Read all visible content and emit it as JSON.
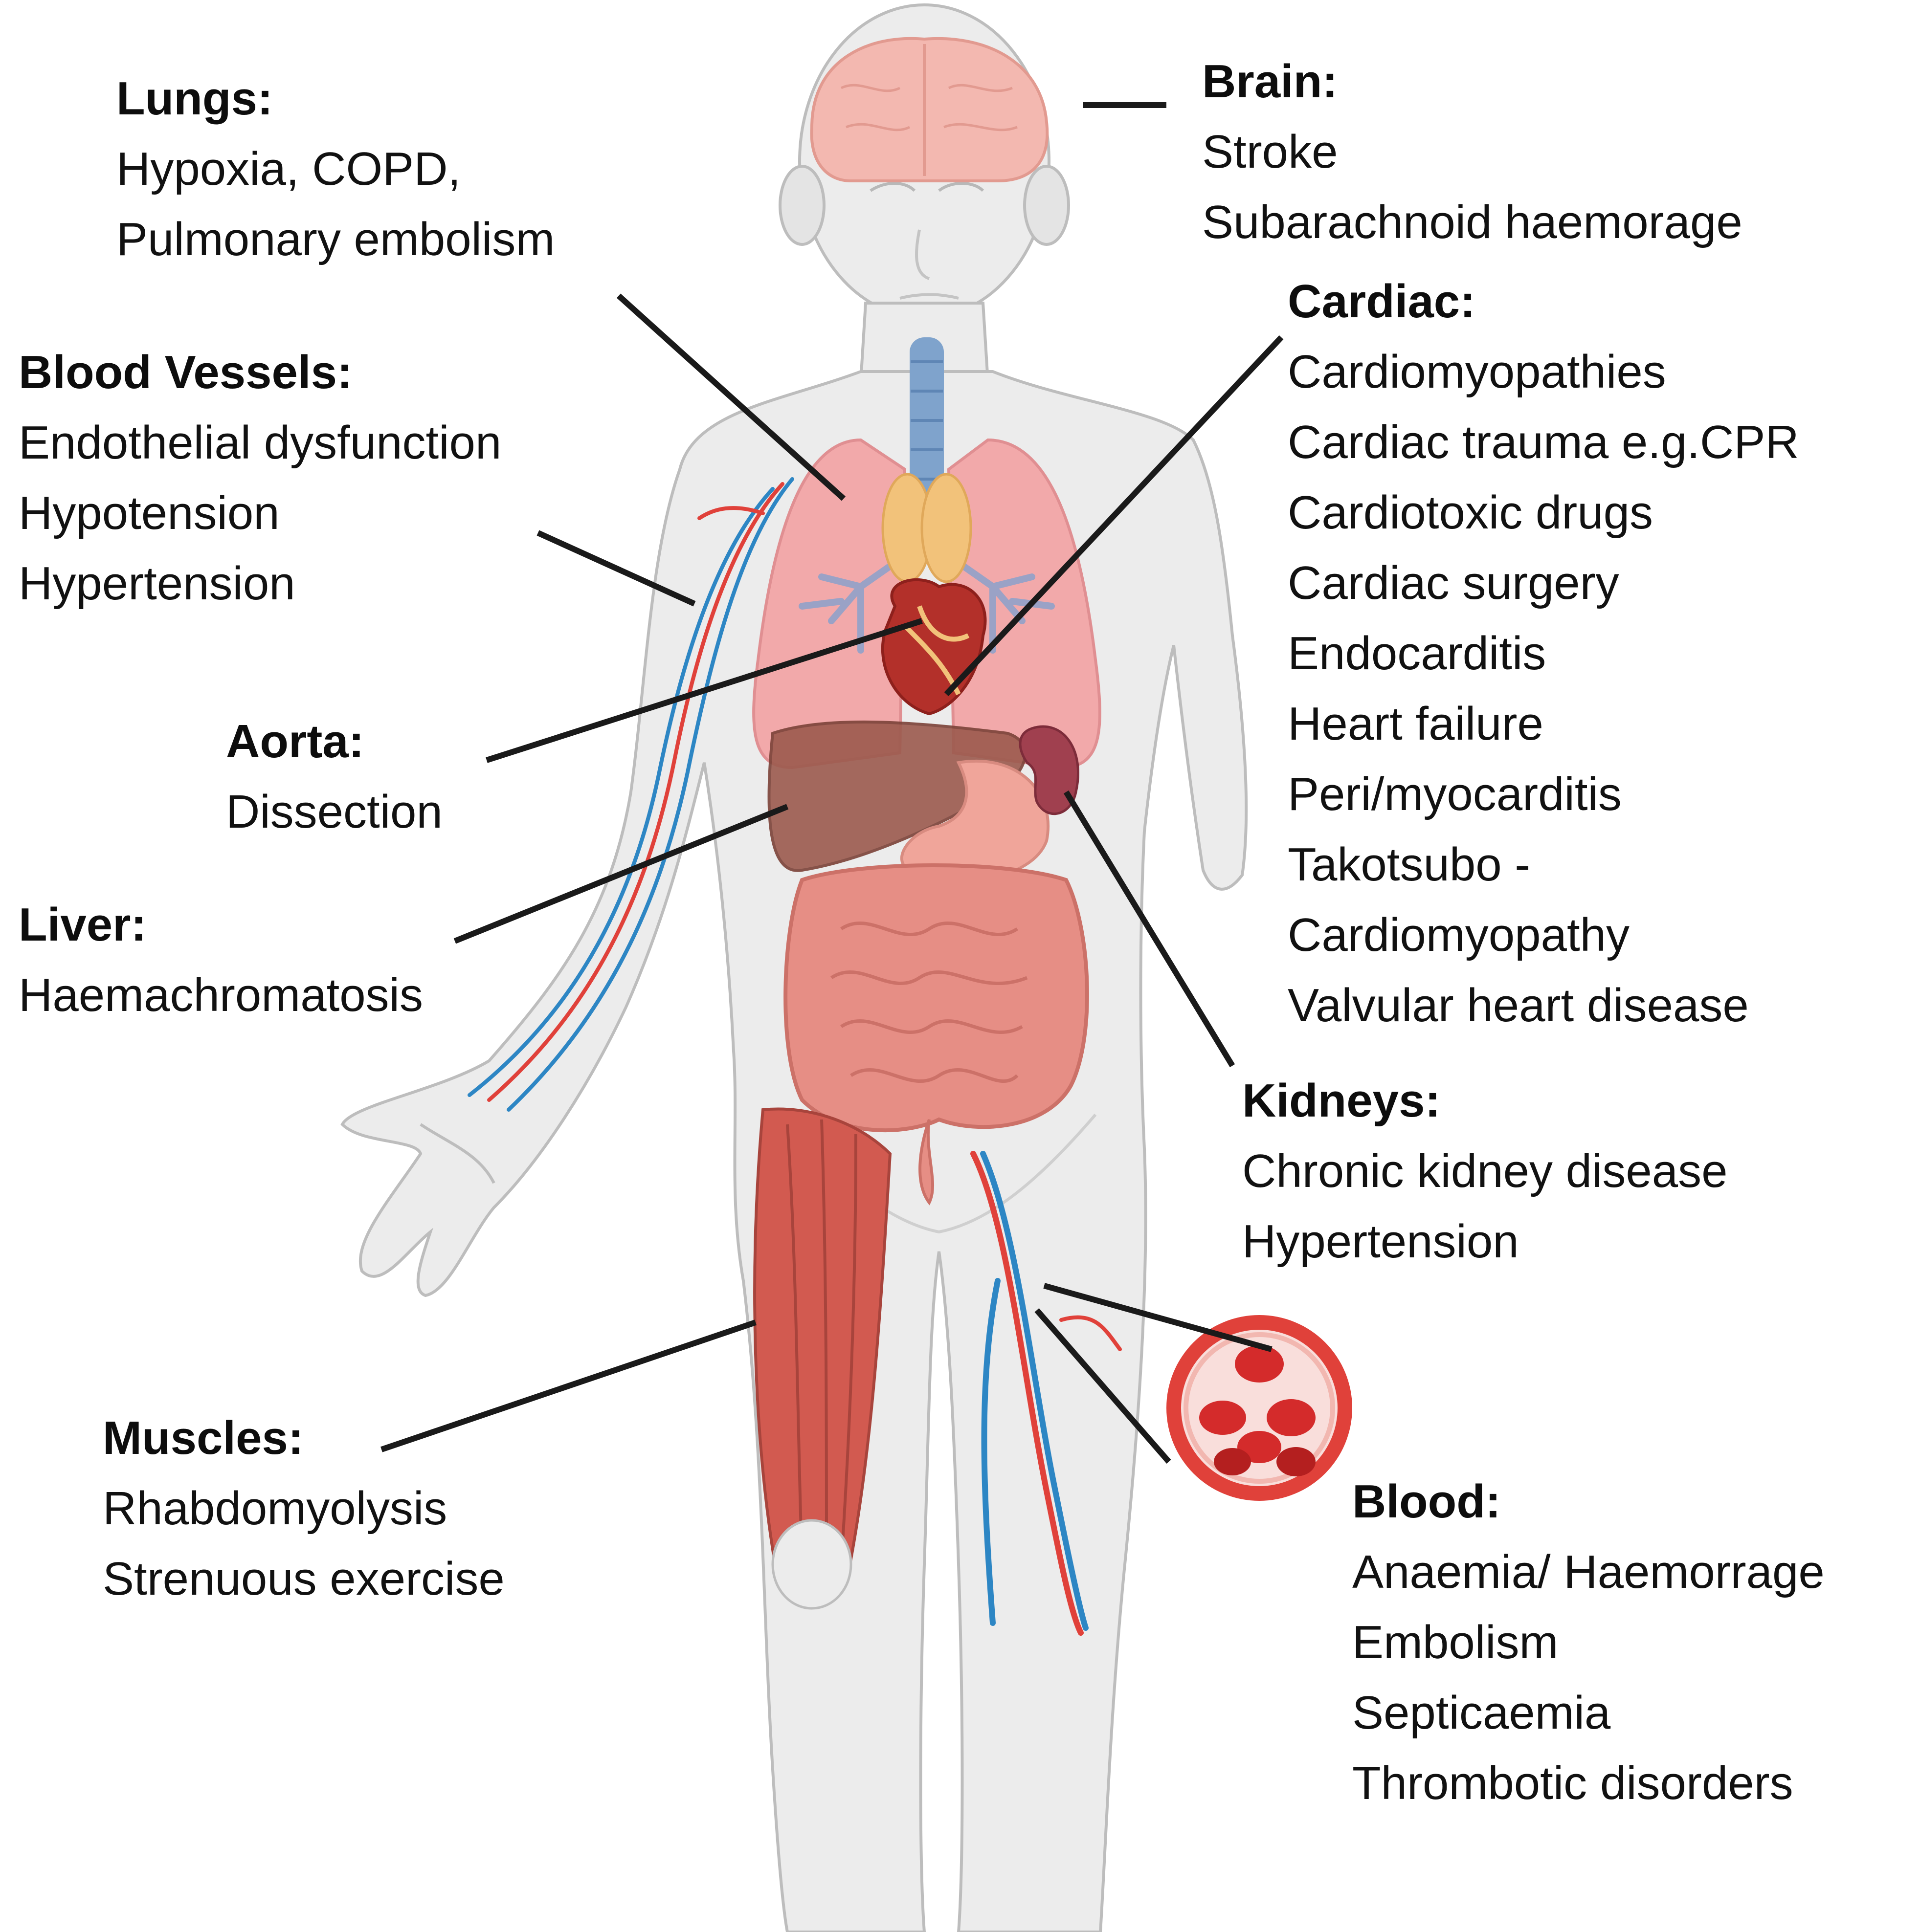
{
  "organs": {
    "lungs": {
      "heading": "Lungs:",
      "items": [
        "Hypoxia, COPD,",
        "Pulmonary embolism"
      ]
    },
    "brain": {
      "heading": "Brain:",
      "items": [
        "Stroke",
        "Subarachnoid haemorage"
      ]
    },
    "cardiac": {
      "heading": "Cardiac:",
      "items": [
        "Cardiomyopathies",
        "Cardiac trauma e.g.CPR",
        "Cardiotoxic drugs",
        "Cardiac surgery",
        "Endocarditis",
        "Heart failure",
        "Peri/myocarditis",
        "Takotsubo -",
        "Cardiomyopathy",
        "Valvular heart disease"
      ]
    },
    "blood_vessels": {
      "heading": "Blood Vessels:",
      "items": [
        "Endothelial dysfunction",
        "Hypotension",
        "Hypertension"
      ]
    },
    "aorta": {
      "heading": "Aorta:",
      "items": [
        "Dissection"
      ]
    },
    "liver": {
      "heading": "Liver:",
      "items": [
        "Haemachromatosis"
      ]
    },
    "kidneys": {
      "heading": "Kidneys:",
      "items": [
        "Chronic kidney disease",
        "Hypertension"
      ]
    },
    "muscles": {
      "heading": "Muscles:",
      "items": [
        "Rhabdomyolysis",
        "Strenuous exercise"
      ]
    },
    "blood": {
      "heading": "Blood:",
      "items": [
        "Anaemia/ Haemorrage",
        "Embolism",
        "Septicaemia",
        "Thrombotic disorders"
      ]
    }
  },
  "colors": {
    "leader_line": "#1a1a1a",
    "body_fill": "#ececec",
    "body_outline": "#bdbdbd",
    "brain": "#f3b8b0",
    "trachea": "#7fa3cc",
    "thyroid": "#f2c27a",
    "lung": "#f2a9aa",
    "bronchi": "#9aa2c6",
    "heart": "#b3302a",
    "liver": "#9c5a4e",
    "stomach": "#f0a59a",
    "intestine": "#e68e85",
    "kidney": "#a0404f",
    "muscle": "#d25a50",
    "artery": "#e0413a",
    "vein": "#2d86c4",
    "rbc": "#d42b2b"
  }
}
